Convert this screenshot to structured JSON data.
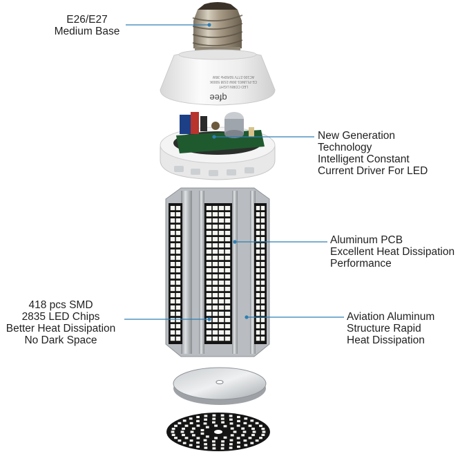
{
  "brand_text": "qfee",
  "product_print": [
    "LED CORN LIGHT",
    "CE-PLUM01-36W-1538 5000K",
    "AC100-277V 50/60Hz 36W"
  ],
  "colors": {
    "callout_line": "#2f7fb4",
    "text": "#1f1f1f",
    "led_chip": "#f4f4f0",
    "pcb_black": "#141414",
    "aluminum": "#b9bcc0",
    "base_white": "#f1f1f1",
    "thread_metal": "#a79a86"
  },
  "labels": {
    "base": [
      "E26/E27",
      "Medium Base"
    ],
    "driver": [
      "New Generation",
      "Technology",
      "Intelligent Constant",
      "Current Driver For LED"
    ],
    "pcb": [
      "Aluminum PCB",
      "Excellent Heat Dissipation",
      "Performance"
    ],
    "chips": [
      "418 pcs SMD",
      "2835 LED Chips",
      "Better Heat Dissipation",
      "No Dark Space"
    ],
    "structure": [
      "Aviation Aluminum",
      "Structure Rapid",
      "Heat Dissipation"
    ]
  }
}
